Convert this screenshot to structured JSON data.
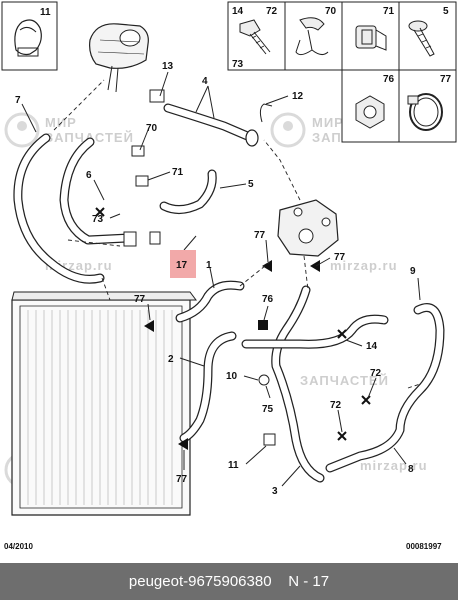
{
  "parts_boxes": [
    {
      "id": "box-11",
      "label": "11"
    },
    {
      "id": "box-14",
      "label": "14"
    },
    {
      "id": "box-72a",
      "label": "72"
    },
    {
      "id": "box-73",
      "label": "73"
    },
    {
      "id": "box-70",
      "label": "70"
    },
    {
      "id": "box-71",
      "label": "71"
    },
    {
      "id": "box-5",
      "label": "5"
    },
    {
      "id": "box-76",
      "label": "76"
    },
    {
      "id": "box-77",
      "label": "77"
    }
  ],
  "callouts": {
    "c13": "13",
    "c4": "4",
    "c12": "12",
    "c7": "7",
    "c70": "70",
    "c6": "6",
    "c71": "71",
    "c5": "5",
    "c73": "73",
    "c17": "17",
    "c1": "1",
    "c77a": "77",
    "c77b": "77",
    "c77c": "77",
    "c77d": "77",
    "c9": "9",
    "c76": "76",
    "c14": "14",
    "c2": "2",
    "c10": "10",
    "c75": "75",
    "c72a": "72",
    "c72b": "72",
    "c11": "11",
    "c3": "3",
    "c8": "8"
  },
  "highlight": {
    "label": "17",
    "color": "#f2a9a9"
  },
  "footer": {
    "date": "04/2010",
    "code": "00081997"
  },
  "watermark": {
    "line1": "МИР",
    "line2": "ЗАПЧАСТЕЙ",
    "url": "mirzap.ru"
  },
  "caption": {
    "brand": "peugeot",
    "separator": " - ",
    "part_number": "9675906380",
    "position": "N - 17"
  }
}
